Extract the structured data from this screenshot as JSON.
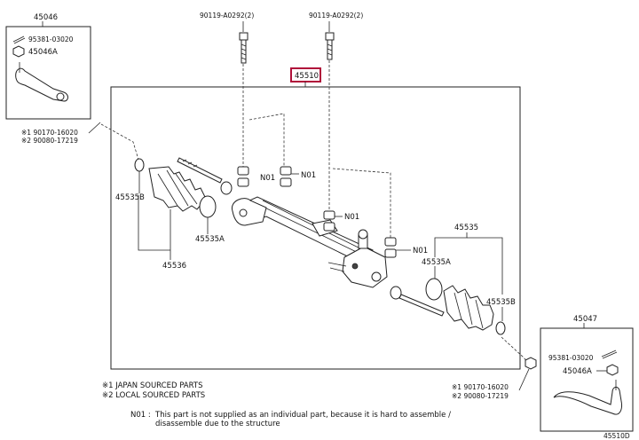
{
  "labels": {
    "bolt_left": "90119-A0292(2)",
    "bolt_right": "90119-A0292(2)",
    "main_assy": "45510",
    "tie_end_left_group": "45046",
    "tie_end_left_pin": "95381-03020",
    "tie_end_left_nut": "45046A",
    "left_refs_1": "※1 90170-16020",
    "left_refs_2": "※2 90080-17219",
    "boot_clamp_left": "45535B",
    "boot_left_band": "45535A",
    "boot_left": "45536",
    "n01_a": "N01",
    "n01_b": "N01",
    "n01_c": "N01",
    "n01_d": "N01",
    "boot_right_group": "45535",
    "boot_right_band": "45535A",
    "boot_clamp_right": "45535B",
    "tie_end_right_group": "45047",
    "tie_end_right_pin": "95381-03020",
    "tie_end_right_nut": "45046A",
    "right_refs_1": "※1 90170-16020",
    "right_refs_2": "※2 90080-17219",
    "corner_code": "45510D"
  },
  "notes": {
    "japan": "※1 JAPAN SOURCED PARTS",
    "local": "※2 LOCAL SOURCED PARTS",
    "n01_key": "N01 :",
    "n01_line1": "This part is not supplied as an individual part, because it is hard to assemble /",
    "n01_line2": "disassemble due to the structure"
  },
  "colors": {
    "highlight": "#b0103a",
    "line": "#222222"
  }
}
